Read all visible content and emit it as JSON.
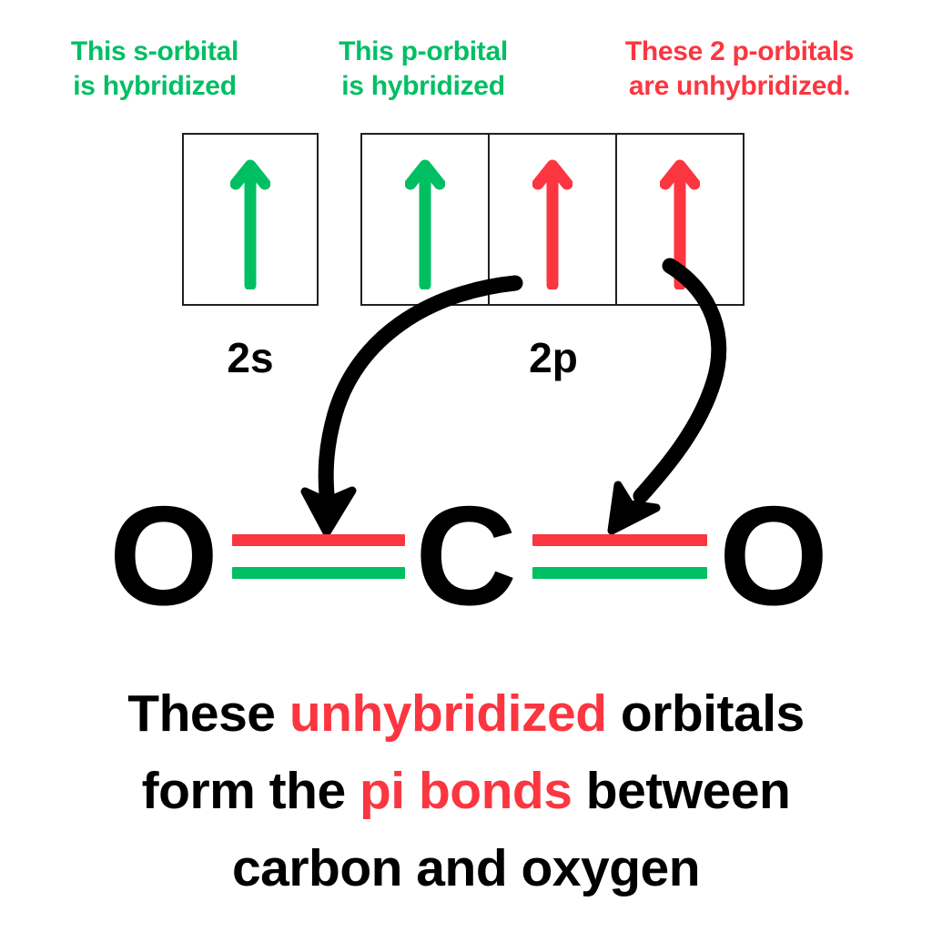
{
  "colors": {
    "green": "#00BF63",
    "red": "#FB3640",
    "black": "#000000",
    "box_border": "#231f20",
    "background": "#ffffff"
  },
  "annotations": [
    {
      "id": "s-orbital-hybridized",
      "text": "This s-orbital\nis hybridized",
      "color": "#00BF63"
    },
    {
      "id": "p-orbital-hybridized",
      "text": "This p-orbital\nis hybridized",
      "color": "#00BF63"
    },
    {
      "id": "p-orbitals-unhybridized",
      "text": "These 2 p-orbitals\nare unhybridized.",
      "color": "#FB3640"
    }
  ],
  "orbital_diagram": {
    "subshells": [
      {
        "label": "2s",
        "boxes": [
          {
            "electron_arrow": "up-arrow-icon",
            "color": "#00BF63",
            "state": "hybridized"
          }
        ]
      },
      {
        "label": "2p",
        "boxes": [
          {
            "electron_arrow": "up-arrow-icon",
            "color": "#00BF63",
            "state": "hybridized"
          },
          {
            "electron_arrow": "up-arrow-icon",
            "color": "#FB3640",
            "state": "unhybridized"
          },
          {
            "electron_arrow": "up-arrow-icon",
            "color": "#FB3640",
            "state": "unhybridized"
          }
        ]
      }
    ]
  },
  "molecule": {
    "formula": "O=C=O",
    "atoms": [
      {
        "symbol": "O",
        "position": "left"
      },
      {
        "symbol": "C",
        "position": "center"
      },
      {
        "symbol": "O",
        "position": "right"
      }
    ],
    "bonds": [
      {
        "id": "bond-left",
        "type": "double",
        "lines": [
          {
            "kind": "pi",
            "color": "#FB3640"
          },
          {
            "kind": "sigma-pi",
            "color": "#00BF63"
          }
        ]
      },
      {
        "id": "bond-right",
        "type": "double",
        "lines": [
          {
            "kind": "pi",
            "color": "#FB3640"
          },
          {
            "kind": "sigma-pi",
            "color": "#00BF63"
          }
        ]
      }
    ]
  },
  "connectors": [
    {
      "id": "connector-left",
      "icon": "curved-arrow-icon",
      "from": "2p-box-2",
      "to": "bond-left",
      "color": "#000000"
    },
    {
      "id": "connector-right",
      "icon": "curved-arrow-icon",
      "from": "2p-box-3",
      "to": "bond-right",
      "color": "#000000"
    }
  ],
  "caption": {
    "line1_a": "These ",
    "line1_hl": "unhybridized",
    "line1_b": " orbitals",
    "line2_a": "form the ",
    "line2_hl": "pi bonds",
    "line2_b": " between",
    "line3": "carbon and oxygen"
  }
}
